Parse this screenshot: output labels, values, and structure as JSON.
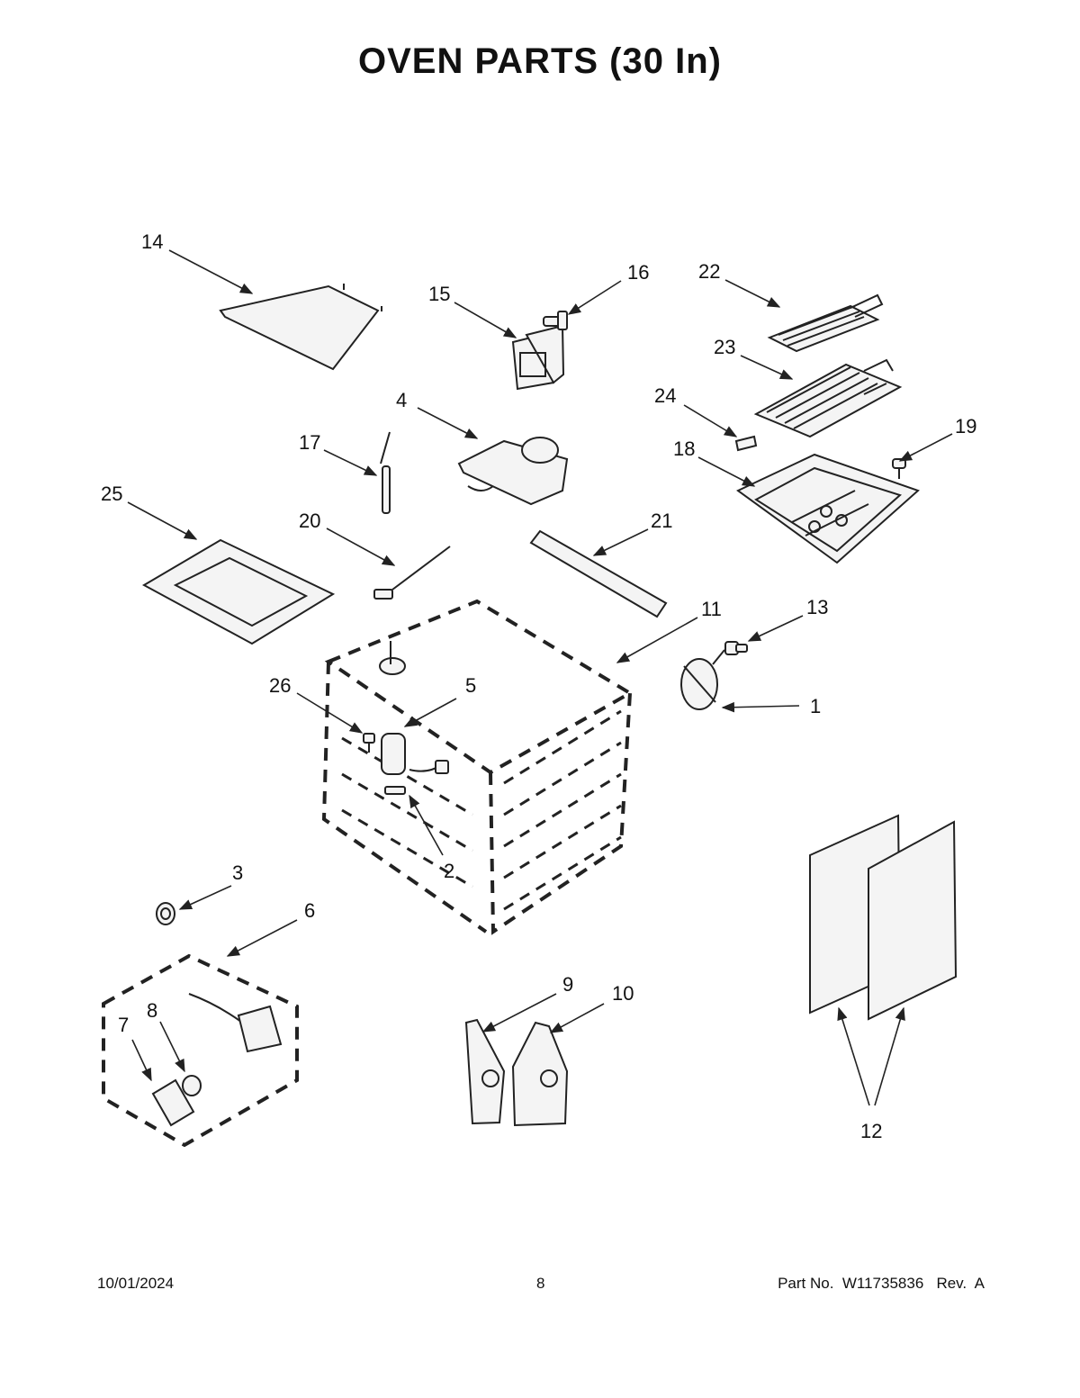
{
  "title": "OVEN PARTS (30 In)",
  "callouts": [
    "1",
    "2",
    "3",
    "4",
    "5",
    "6",
    "7",
    "8",
    "9",
    "10",
    "11",
    "12",
    "13",
    "14",
    "15",
    "16",
    "17",
    "18",
    "19",
    "20",
    "21",
    "22",
    "23",
    "24",
    "25",
    "26"
  ],
  "footer": {
    "date": "10/01/2024",
    "page": "8",
    "part_no": "Part No.  W11735836   Rev.  A"
  }
}
